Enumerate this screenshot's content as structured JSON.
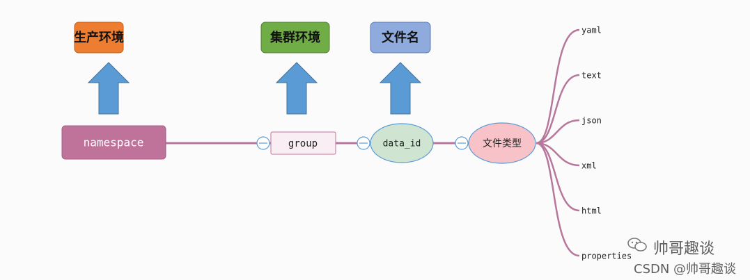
{
  "top_boxes": {
    "env": {
      "label": "生产环境",
      "color": "#ed7d31"
    },
    "cluster": {
      "label": "集群环境",
      "color": "#70ad47"
    },
    "filename": {
      "label": "文件名",
      "color": "#8faadc"
    }
  },
  "nodes": {
    "namespace": {
      "label": "namespace",
      "color": "#c0739a"
    },
    "group": {
      "label": "group"
    },
    "data_id": {
      "label": "data_id"
    },
    "file_type": {
      "label": "文件类型"
    }
  },
  "leaves": [
    "yaml",
    "text",
    "json",
    "xml",
    "html",
    "properties"
  ],
  "colors": {
    "connector": "#b7779b",
    "arrow": "#5b9bd5",
    "circle_stroke": "#5b9bd5"
  },
  "watermark": {
    "main": "帅哥趣谈",
    "sub": "CSDN @帅哥趣谈"
  }
}
